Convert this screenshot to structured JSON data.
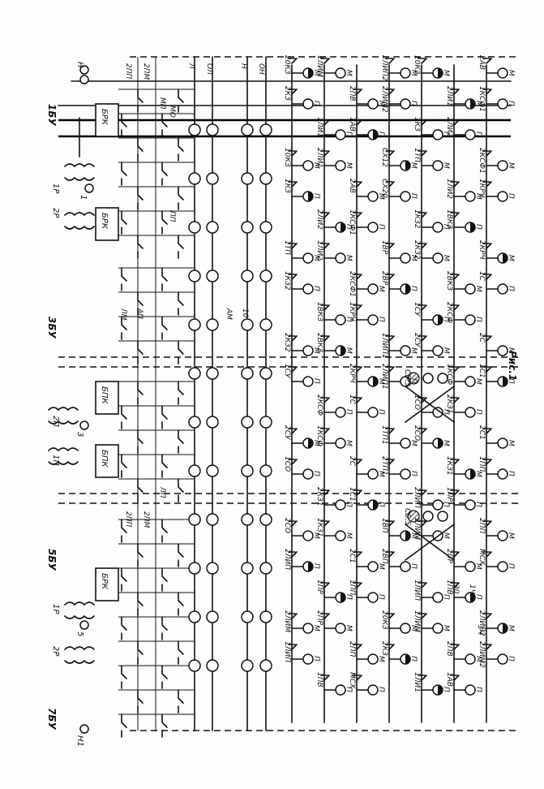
{
  "sections": [
    {
      "id": "1bu",
      "label": "1БУ"
    },
    {
      "id": "3bu",
      "label": "3БУ"
    },
    {
      "id": "5bu",
      "label": "5БУ"
    },
    {
      "id": "7bu",
      "label": "7БУ"
    }
  ],
  "supply_labels": [
    "1Р",
    "2Р",
    "2П",
    "1П",
    "1Р",
    "2Р"
  ],
  "terminal_labels": [
    "Н",
    "1",
    "3",
    "5",
    "Н1"
  ],
  "brk_labels": [
    "БРК",
    "БРК",
    "БПК",
    "БПК",
    "БРК"
  ],
  "bus_labels": [
    "2ПП",
    "2ПМ",
    "Л",
    "ОЛ",
    "Н",
    "ОН",
    "2ПП",
    "2ПМ"
  ],
  "contact_labels": [
    "20КЗ",
    "2КЗ",
    "10КЗ",
    "1КЗ",
    "1ТП",
    "1КЗ2",
    "2КЗ2",
    "1СУ",
    "2СУ",
    "1СО",
    "2СО",
    "2ЛИП",
    "2ЛИМ",
    "1ЛИП",
    "1ЛИМ",
    "1ЛИ1",
    "2ЛИ1",
    "2ЛИ2",
    "1ЛИ2",
    "1ВКЗ",
    "2ВКЗ",
    "2КСФ",
    "1КСФ",
    "2КЗ1",
    "1КЗ1",
    "1ПР",
    "2ПР",
    "1ПВ",
    "2ПВ",
    "1АВ",
    "2АВ",
    "1КСФ1",
    "2КСФ1",
    "1КРЧ",
    "2КРЧ",
    "1С",
    "2С",
    "1С1",
    "2С1",
    "1ПП",
    "2ПП",
    "МСХ",
    "2ЛИП2",
    "2ЛИМ2",
    "СХ12",
    "СХ20",
    "1ВР",
    "2ВР",
    "1ЛИП1",
    "2ЛИП1",
    "1ТП1",
    "2ТП1",
    "1ВП",
    "2ВП"
  ],
  "coil_labels": [
    "М",
    "П",
    "М",
    "П",
    "М",
    "П",
    "М",
    "П",
    "М",
    "П"
  ],
  "misc_labels": [
    "МП",
    "МО",
    "ПП",
    "ЛП",
    "ЛМ",
    "АП",
    "АМ",
    "10",
    "30",
    "1Ч",
    "3Ч",
    "СБ.3",
    "СБ.5"
  ],
  "caption": "Рис.1"
}
